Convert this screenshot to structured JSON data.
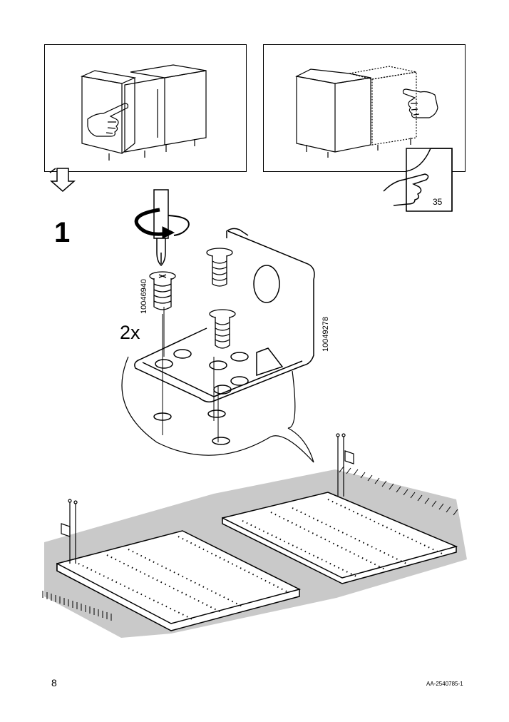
{
  "step": {
    "number": "1"
  },
  "screws": {
    "quantity": "2x",
    "part_a": "10046940",
    "part_b": "10049278"
  },
  "reference": {
    "page": "35"
  },
  "footer": {
    "page_number": "8",
    "document_id": "AA-2540785-1"
  }
}
